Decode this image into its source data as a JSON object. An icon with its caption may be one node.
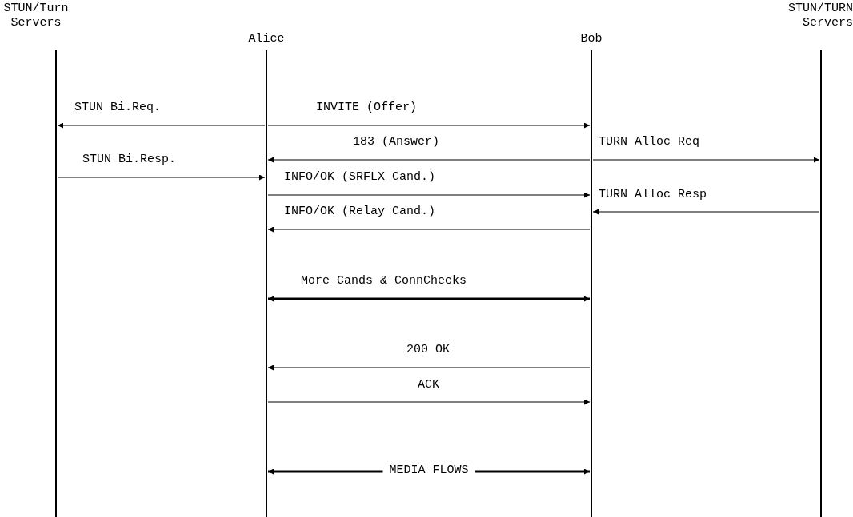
{
  "diagram": {
    "nodes": [
      {
        "text": [
          "STUN/Turn Servers"
        ]
      },
      {
        "text": [
          "Alice"
        ]
      },
      {
        "text": [
          "Bob"
        ]
      },
      {
        "text": [
          "STUN/TURN Servers"
        ]
      }
    ],
    "edges": [
      {
        "from": 1,
        "to": 0,
        "arrow": "to",
        "label": "STUN Bi.Req."
      },
      {
        "from": 1,
        "to": 2,
        "arrow": "to",
        "label": "INVITE (Offer)"
      },
      {
        "from": 2,
        "to": 1,
        "arrow": "to",
        "label": "183 (Answer)"
      },
      {
        "from": 2,
        "to": 3,
        "arrow": "to",
        "label": "TURN Alloc Req"
      },
      {
        "from": 0,
        "to": 1,
        "arrow": "to",
        "label": "STUN Bi.Resp."
      },
      {
        "from": 1,
        "to": 2,
        "arrow": "to",
        "label": "INFO/OK (SRFLX Cand.)"
      },
      {
        "from": 3,
        "to": 2,
        "arrow": "to",
        "label": "TURN Alloc Resp"
      },
      {
        "from": 2,
        "to": 1,
        "arrow": "to",
        "label": "INFO/OK (Relay Cand.)"
      },
      {
        "from": 1,
        "to": 2,
        "arrow": "both",
        "label": "More Cands & ConnChecks",
        "style": "thick"
      },
      {
        "from": 2,
        "to": 1,
        "arrow": "to",
        "label": "200 OK"
      },
      {
        "from": 1,
        "to": 2,
        "arrow": "to",
        "label": "ACK"
      },
      {
        "from": 1,
        "to": 2,
        "arrow": "both",
        "label": "MEDIA FLOWS",
        "style": "thick"
      }
    ]
  }
}
